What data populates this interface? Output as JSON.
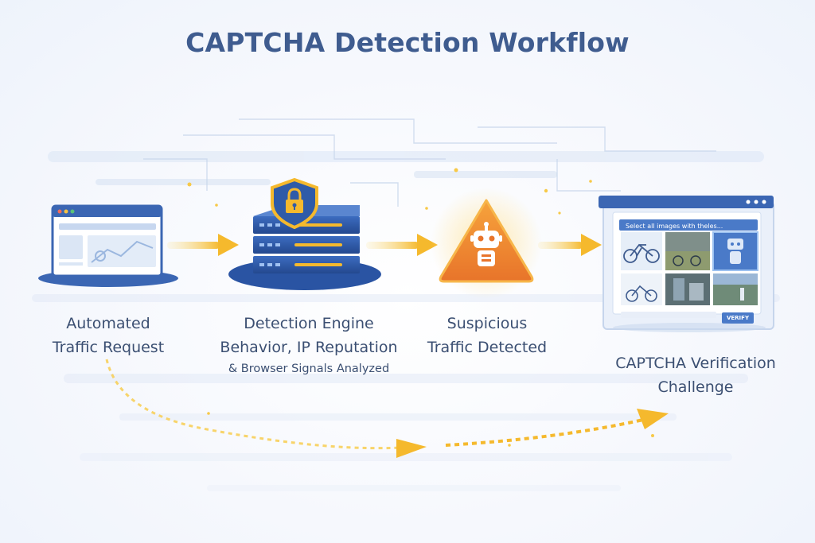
{
  "title": "CAPTCHA Detection Workflow",
  "steps": [
    {
      "line1": "Automated",
      "line2": "Traffic Request",
      "icon": "browser-window-icon"
    },
    {
      "line1": "Detection Engine",
      "line2": "Behavior, IP Reputation",
      "line3": "& Browser Signals Analyzed",
      "icon": "server-with-lock-shield-icon"
    },
    {
      "line1": "Suspicious",
      "line2": "Traffic Detected",
      "icon": "robot-warning-triangle-icon"
    },
    {
      "line1": "CAPTCHA Verification",
      "line2": "Challenge",
      "icon": "captcha-challenge-window-icon"
    }
  ],
  "captcha": {
    "prompt": "Select all images with theles...",
    "button": "VERIFY"
  },
  "colors": {
    "title": "#3f5c8f",
    "server_blue": "#2f5ba8",
    "warning_orange": "#f08a2c",
    "arrow_yellow": "#f5b92d",
    "text": "#3b4f72"
  }
}
